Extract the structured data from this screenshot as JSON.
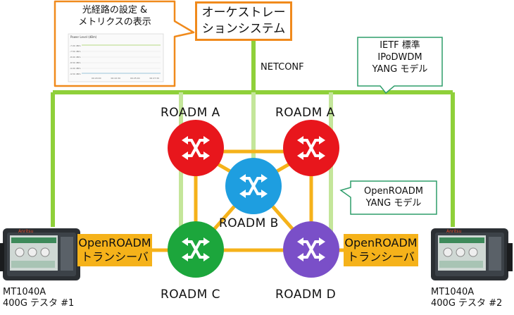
{
  "orchestrator": {
    "label": "オーケストレー\nションシステム"
  },
  "config_callout": {
    "text": "光経路の設定 &\nメトリクスの表示"
  },
  "mini_chart": {
    "title": "Power Level (dBm)",
    "ticks_y": [
      "-7.00 dBm",
      "-7.50 dBm",
      "-8.00 dBm",
      "-8.50 dBm",
      "-9.00 dBm",
      "-9.50 dBm"
    ],
    "ticks_x": [
      "00:20:00",
      "00:22:30",
      "00:25:00",
      "00:27:30"
    ]
  },
  "netconf": {
    "label": "NETCONF"
  },
  "ietf_callout": {
    "text": "IETF 標準\nIPoDWDM\nYANG モデル"
  },
  "openroadm_callout": {
    "text": "OpenROADM\nYANG モデル"
  },
  "nodes": {
    "a_left": {
      "label": "ROADM A",
      "color": "#e8161c"
    },
    "a_right": {
      "label": "ROADM A",
      "color": "#e8161c"
    },
    "b": {
      "label": "ROADM B",
      "color": "#1e9ee0"
    },
    "c": {
      "label": "ROADM C",
      "color": "#1ca63c"
    },
    "d": {
      "label": "ROADM D",
      "color": "#7a4fc8"
    }
  },
  "transceivers": {
    "left": "OpenROADM\nトランシーバ",
    "right": "OpenROADM\nトランシーバ"
  },
  "testers": {
    "left": {
      "name": "MT1040A\n400G テスタ #1",
      "brand": "Anritsu"
    },
    "right": {
      "name": "MT1040A\n400G テスタ #2",
      "brand": "Anritsu"
    }
  },
  "colors": {
    "green_link": "#8fd03a",
    "light_green_link": "#c4e69a",
    "orange_link": "#f5b21a",
    "callout_border": "#f08a1c",
    "callout_border_green": "#2e9d6a"
  }
}
